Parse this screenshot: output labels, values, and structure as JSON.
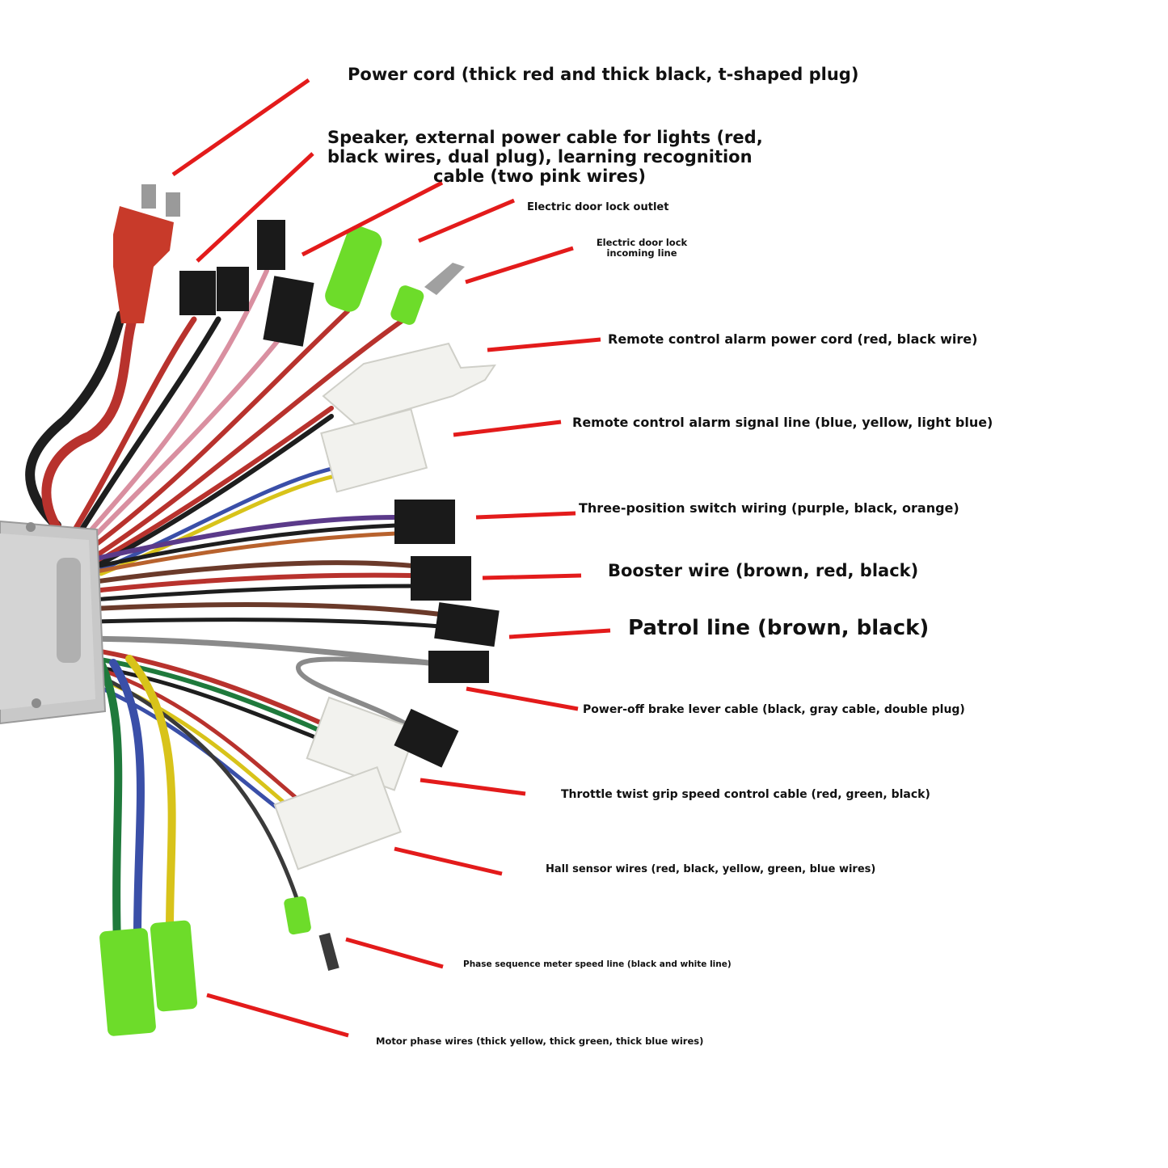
{
  "colors": {
    "pointer": "#e31b1b",
    "wire_red": "#b8322d",
    "wire_black": "#1e1e1e",
    "wire_pink": "#d98fa0",
    "wire_blue": "#3a4fa8",
    "wire_yellow": "#d8c31a",
    "wire_green": "#1f7a3c",
    "wire_purple": "#5b3a8a",
    "wire_brown": "#6b3a2a",
    "wire_gray": "#8a8a8a",
    "connector_green": "#6ddc2a",
    "connector_white": "#f2f2ee",
    "connector_black": "#1a1a1a",
    "plug_red": "#c83a2a",
    "housing": "#c8c8c8"
  },
  "labels": {
    "power_cord": "Power cord (thick red and thick black, t-shaped plug)",
    "speaker_line1": "Speaker, external power cable for lights (red,",
    "speaker_line2": "black wires, dual plug), learning recognition",
    "speaker_line3": "cable (two pink wires)",
    "door_lock_outlet": "Electric door lock outlet",
    "door_lock_incoming_line1": "Electric door lock",
    "door_lock_incoming_line2": "incoming line",
    "alarm_power": "Remote control alarm power cord (red, black wire)",
    "alarm_signal": "Remote control alarm signal line (blue, yellow, light blue)",
    "three_position": "Three-position switch wiring (purple, black, orange)",
    "booster": "Booster wire (brown, red, black)",
    "patrol": "Patrol line (brown, black)",
    "brake": "Power-off brake lever cable (black, gray cable, double plug)",
    "throttle": "Throttle twist grip speed control cable (red, green, black)",
    "hall": "Hall sensor wires (red, black, yellow, green, blue wires)",
    "phase_meter": "Phase sequence meter speed line (black and white line)",
    "motor_phase": "Motor phase wires (thick yellow, thick green, thick blue wires)"
  }
}
